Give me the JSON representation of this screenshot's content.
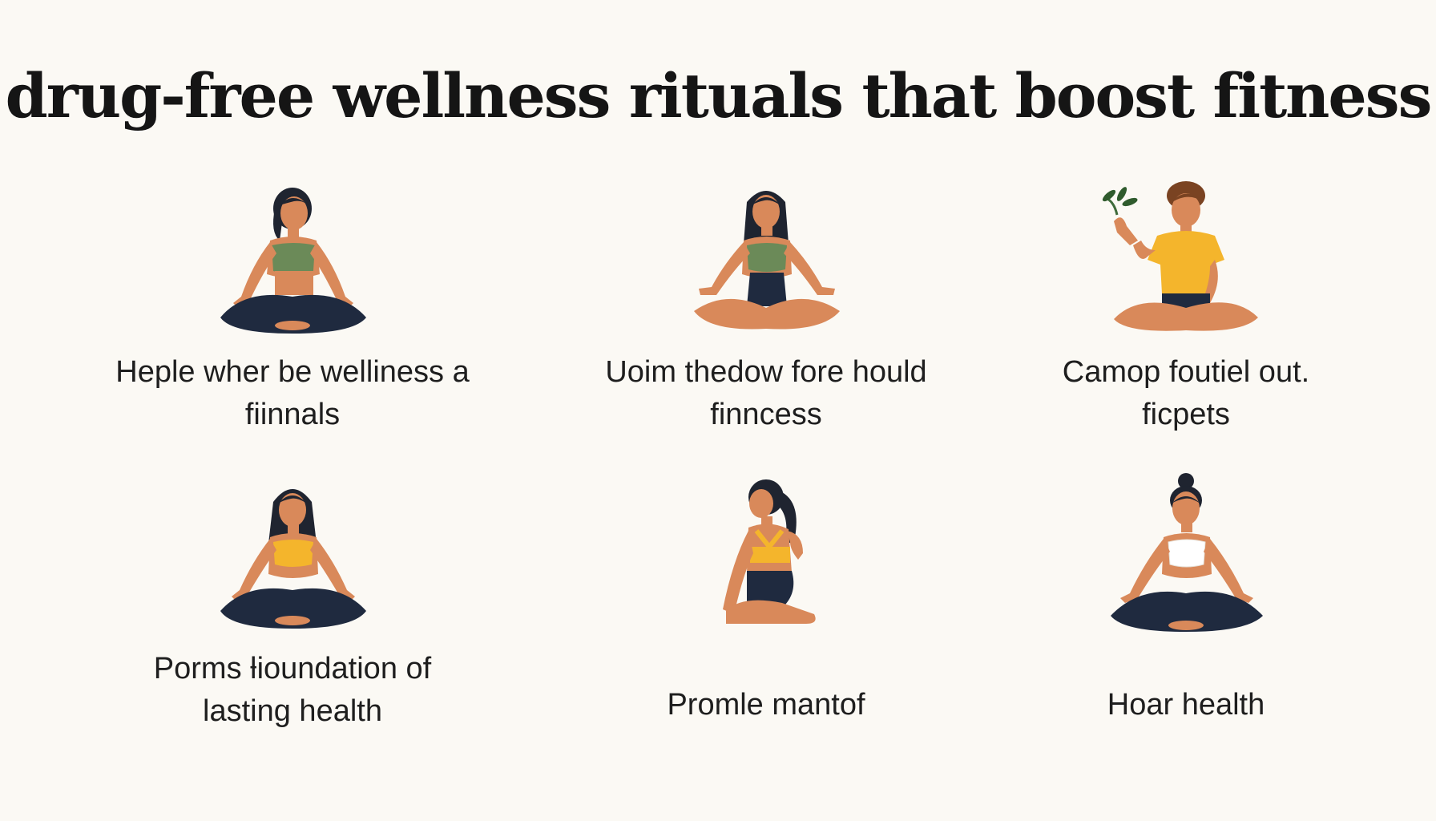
{
  "title": "drug-free wellness rituals that boost fitness",
  "colors": {
    "background": "#fbf9f4",
    "skin": "#d9895a",
    "hair": "#1f2430",
    "pants": "#1f2a3f",
    "top_green": "#6b8a58",
    "top_yellow": "#f4b52c",
    "top_white": "#ffffff"
  },
  "cards": [
    {
      "icon": "woman-meditating-green-top-icon",
      "lines": [
        "Heple wher be  welliness a",
        "fiinnals"
      ]
    },
    {
      "icon": "woman-cross-legged-green-top-icon",
      "lines": [
        "Uoim thedow fore hould",
        "finncess"
      ]
    },
    {
      "icon": "man-holding-plant-icon",
      "lines": [
        "Camop foutiel out.",
        "ficpets"
      ]
    },
    {
      "icon": "woman-meditating-yellow-top-icon",
      "lines": [
        "Porms ƚioundation of",
        "lasting health"
      ]
    },
    {
      "icon": "woman-kneeling-ponytail-icon",
      "lines": [
        "Promle mantof"
      ]
    },
    {
      "icon": "woman-meditating-white-top-icon",
      "lines": [
        "Hoar health"
      ]
    }
  ]
}
